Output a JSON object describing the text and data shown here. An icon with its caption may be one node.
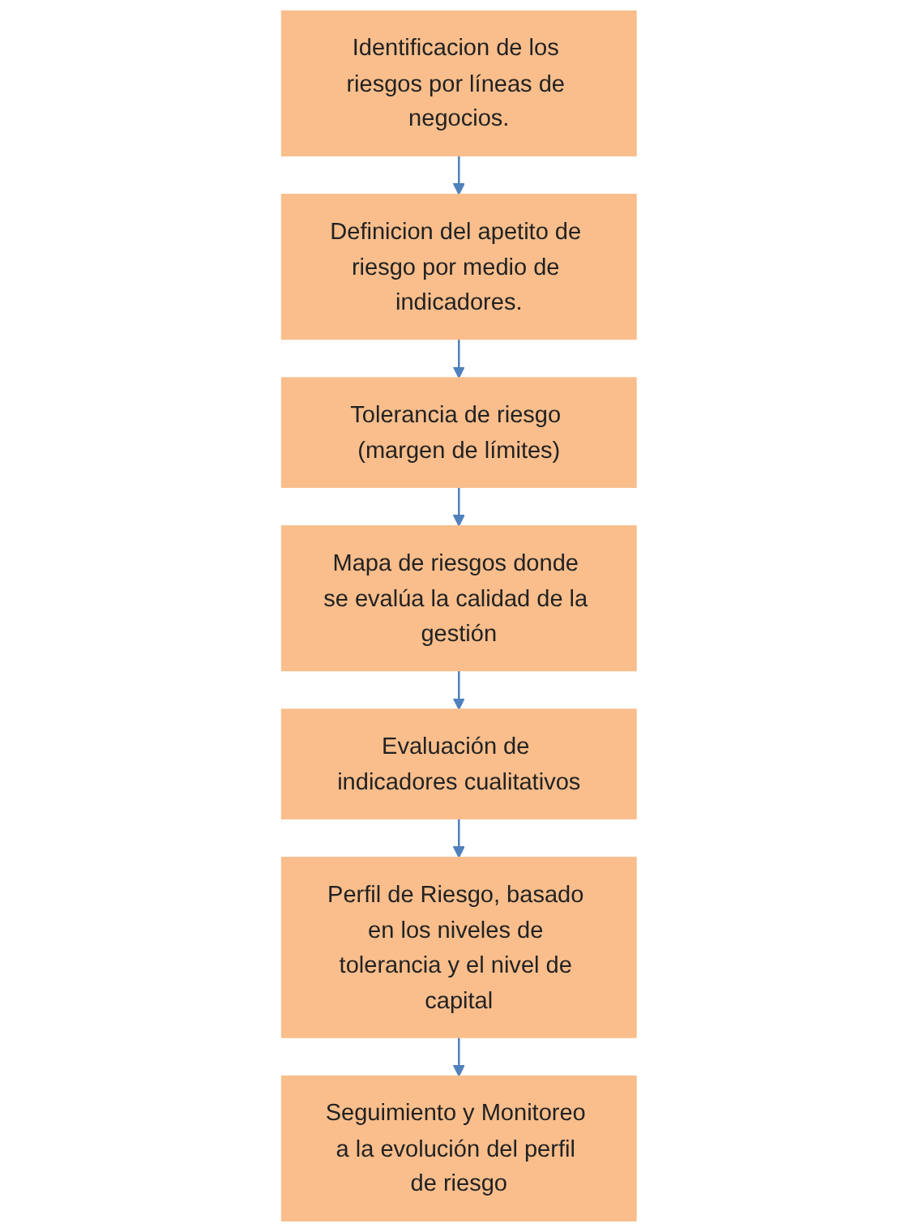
{
  "diagram": {
    "nodes": [
      {
        "text": [
          "Identificacion de los riesgos por líneas de negocios."
        ]
      },
      {
        "text": [
          "Definicion del apetito de riesgo por medio de indicadores."
        ]
      },
      {
        "text": [
          "Tolerancia de riesgo (margen de límites)"
        ]
      },
      {
        "text": [
          "Mapa de riesgos donde se evalúa la calidad de la gestión"
        ]
      },
      {
        "text": [
          "Evaluación de indicadores cualitativos"
        ]
      },
      {
        "text": [
          "Perfil de Riesgo, basado en los niveles de tolerancia y el nivel de capital"
        ]
      },
      {
        "text": [
          "Seguimiento y Monitoreo a la evolución del perfil de riesgo"
        ]
      }
    ],
    "edges": [
      {
        "from": 0,
        "to": 1,
        "arrow": "to"
      },
      {
        "from": 1,
        "to": 2,
        "arrow": "to"
      },
      {
        "from": 2,
        "to": 3,
        "arrow": "to"
      },
      {
        "from": 3,
        "to": 4,
        "arrow": "to"
      },
      {
        "from": 4,
        "to": 5,
        "arrow": "to"
      },
      {
        "from": 5,
        "to": 6,
        "arrow": "to"
      }
    ]
  }
}
